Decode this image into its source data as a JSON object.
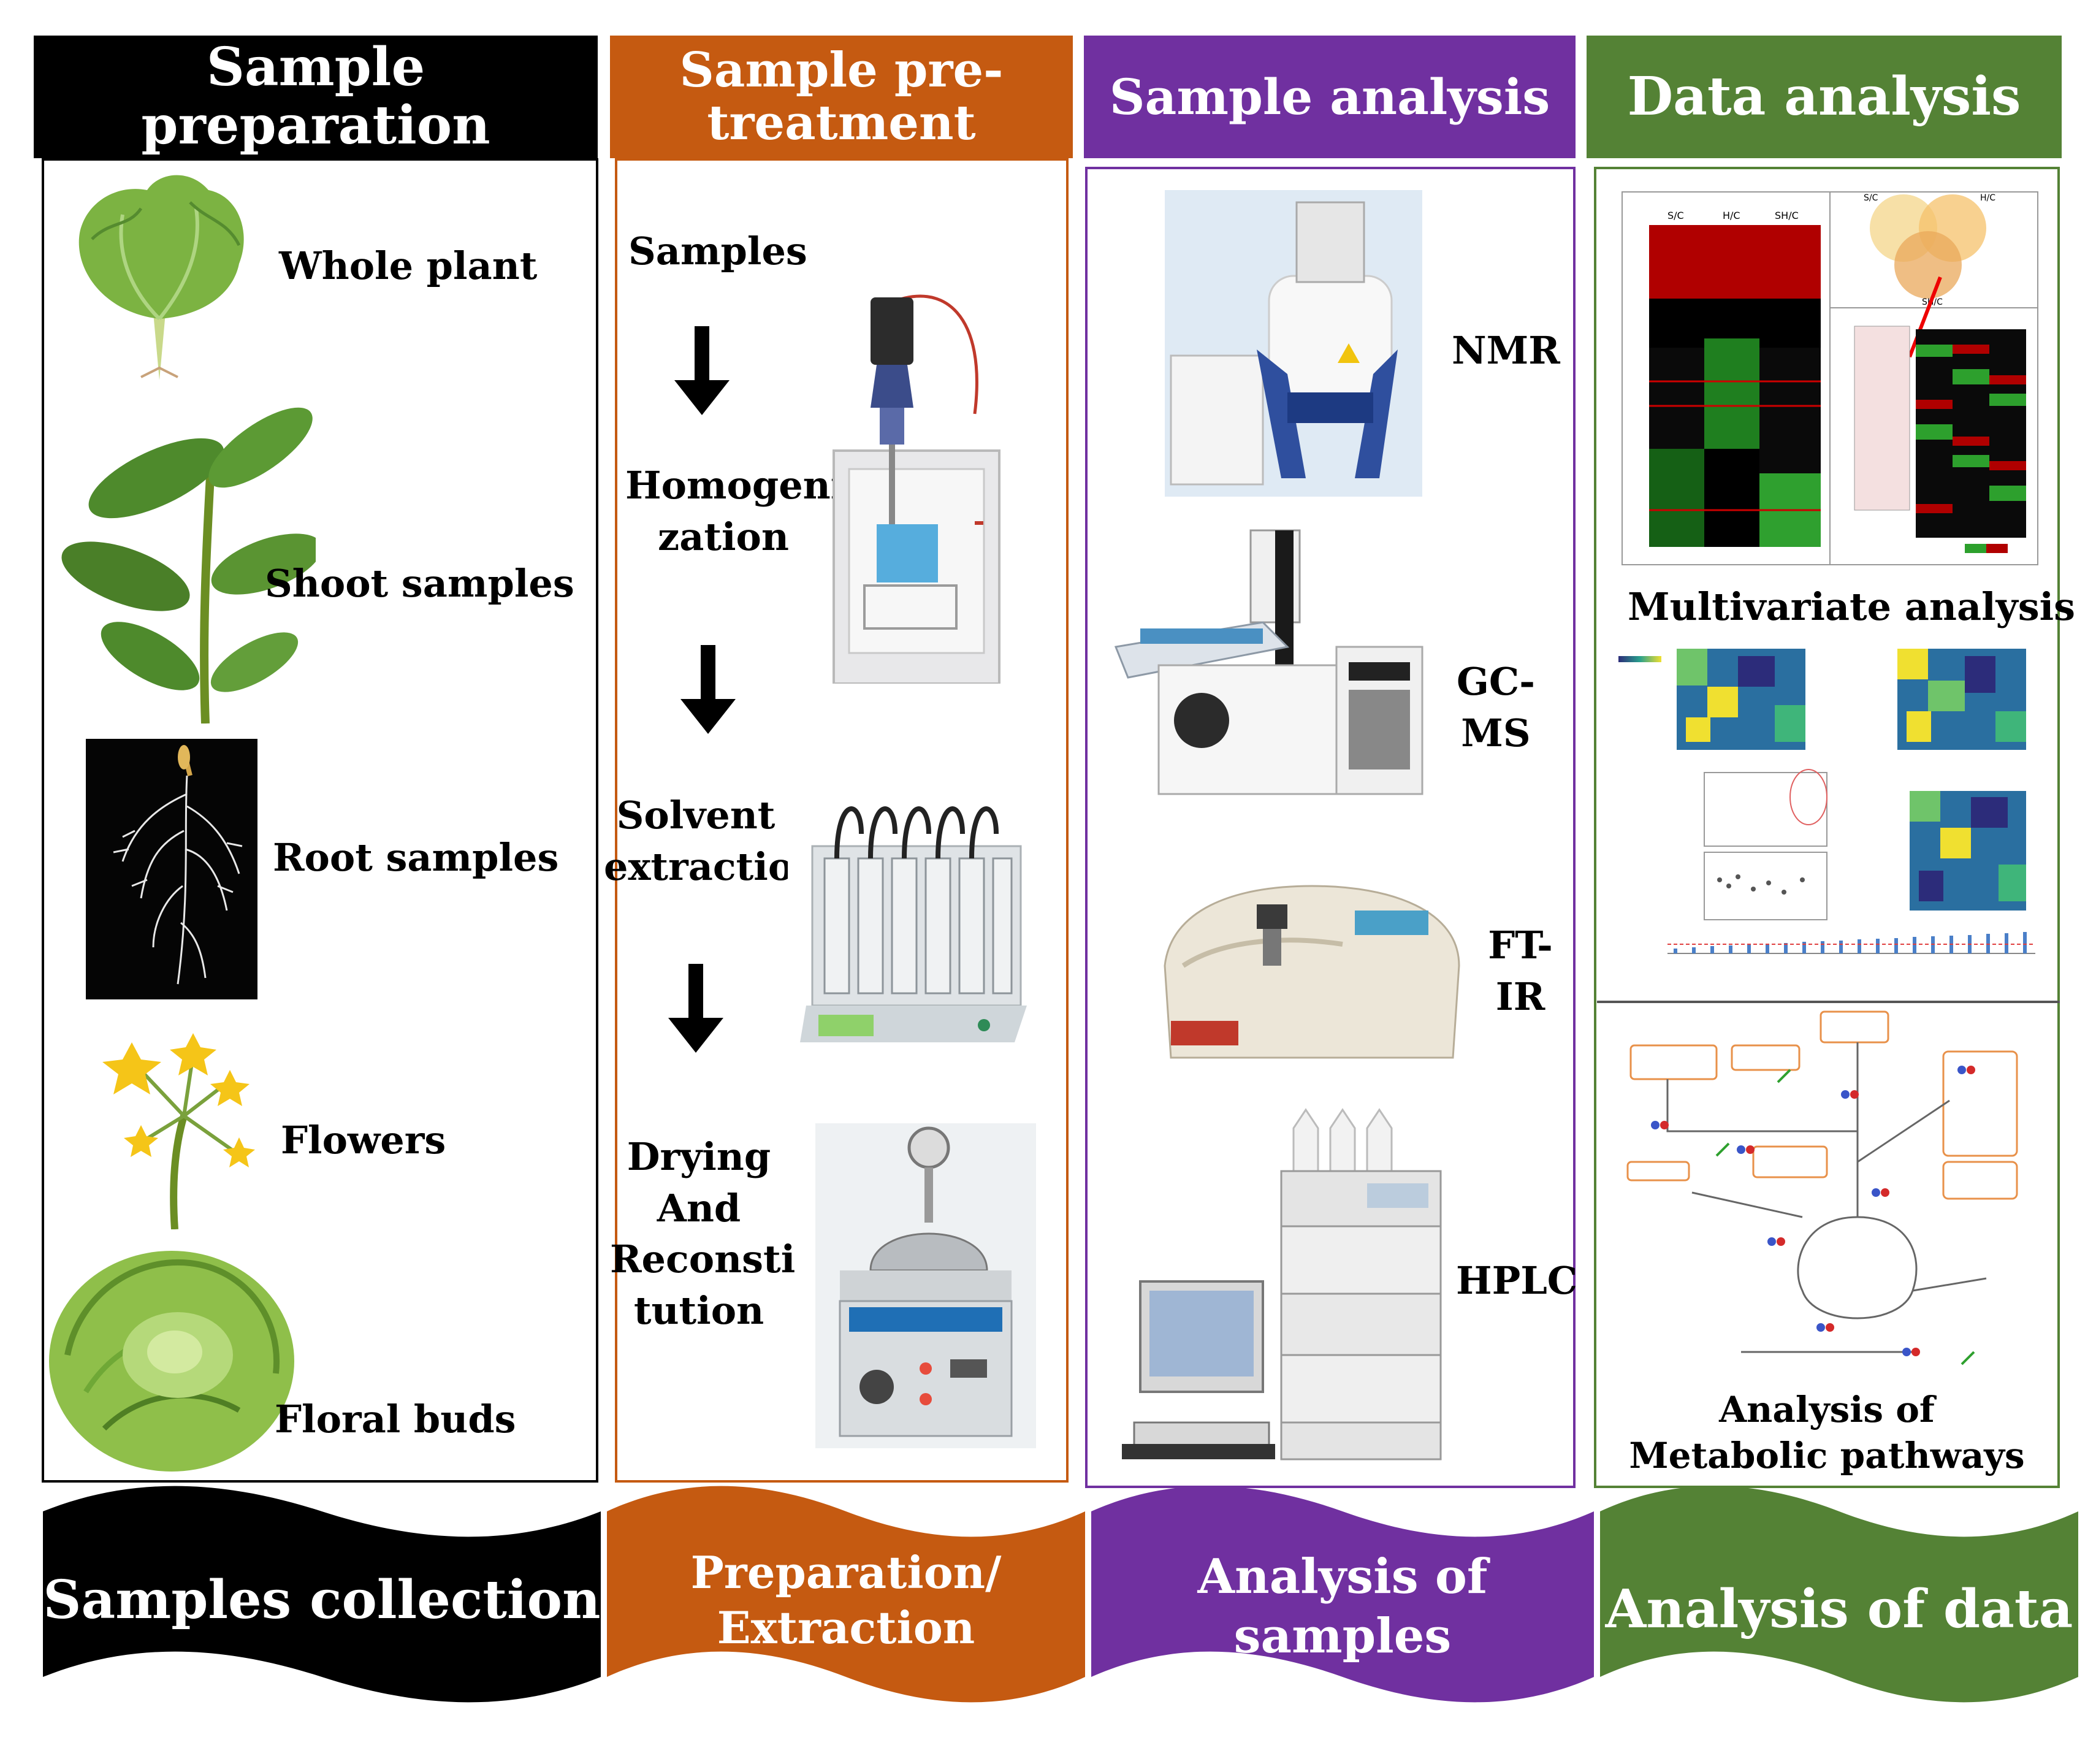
{
  "columns": [
    {
      "header": "Sample preparation",
      "color": "#000000",
      "items": [
        "Whole plant",
        "Shoot samples",
        "Root samples",
        "Flowers",
        "Floral buds"
      ],
      "footer": "Samples collection"
    },
    {
      "header": "Sample pre-treatment",
      "color": "#c55a11",
      "steps": [
        "Samples",
        "Homogenization",
        "Solvent extraction",
        "Drying And Reconstitution"
      ],
      "footer": "Preparation/ Extraction"
    },
    {
      "header": "Sample analysis",
      "color": "#7030a0",
      "items": [
        "NMR",
        "GC-MS",
        "FT-IR",
        "HPLC"
      ],
      "footer": "Analysis of samples"
    },
    {
      "header": "Data analysis",
      "color": "#548235",
      "items": [
        "Multivariate analysis",
        "Analysis of Metabolic pathways"
      ],
      "footer": "Analysis of data"
    }
  ],
  "labels": {
    "steps_display": {
      "homog_1": "Homogeni",
      "homog_2": "zation",
      "solvent_1": "Solvent",
      "solvent_2": "extraction",
      "drying_1": "Drying",
      "drying_2": "And",
      "drying_3": "Reconsti",
      "drying_4": "tution"
    },
    "instruments_display": {
      "gcms_1": "GC-",
      "gcms_2": "MS",
      "ftir_1": "FT-",
      "ftir_2": "IR"
    },
    "header2_display": {
      "line1": "Sample pre-",
      "line2": "treatment"
    },
    "footer2_display": {
      "line1": "Preparation/",
      "line2": "Extraction"
    },
    "pathway_display": {
      "line1": "Analysis of",
      "line2": "Metabolic pathways"
    },
    "mini_figures": {
      "heatmap_cols": [
        "S/C",
        "H/C",
        "SH/C"
      ],
      "venn_labels": [
        "S/C",
        "H/C",
        "SH/C"
      ]
    }
  }
}
